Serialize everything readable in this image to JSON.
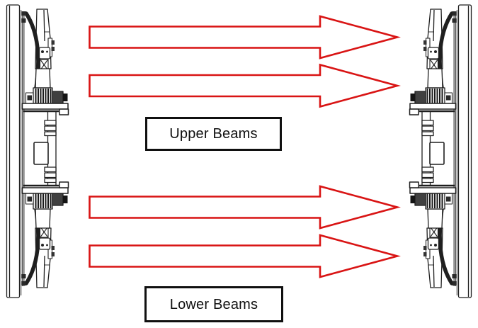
{
  "diagram": {
    "type": "technical-diagram",
    "description": "Two vehicle-scanner sensor columns facing each other with photoelectric beams travelling left to right",
    "labels": {
      "upper": "Upper Beams",
      "lower": "Lower Beams"
    },
    "colors": {
      "beam_arrow": "#d91414",
      "line_art": "#1f1f1f",
      "label_border": "#101010",
      "label_text": "#101010",
      "background": "#ffffff"
    },
    "arrows": {
      "direction": "left-to-right",
      "count": 4,
      "groups": [
        {
          "name": "upper-beams",
          "arrow_centers_y": [
            52.5,
            121
          ]
        },
        {
          "name": "lower-beams",
          "arrow_centers_y": [
            292.5,
            361.5
          ]
        }
      ]
    },
    "units": [
      {
        "side": "left",
        "name": "left-sensor-column"
      },
      {
        "side": "right",
        "name": "right-sensor-column"
      }
    ]
  }
}
